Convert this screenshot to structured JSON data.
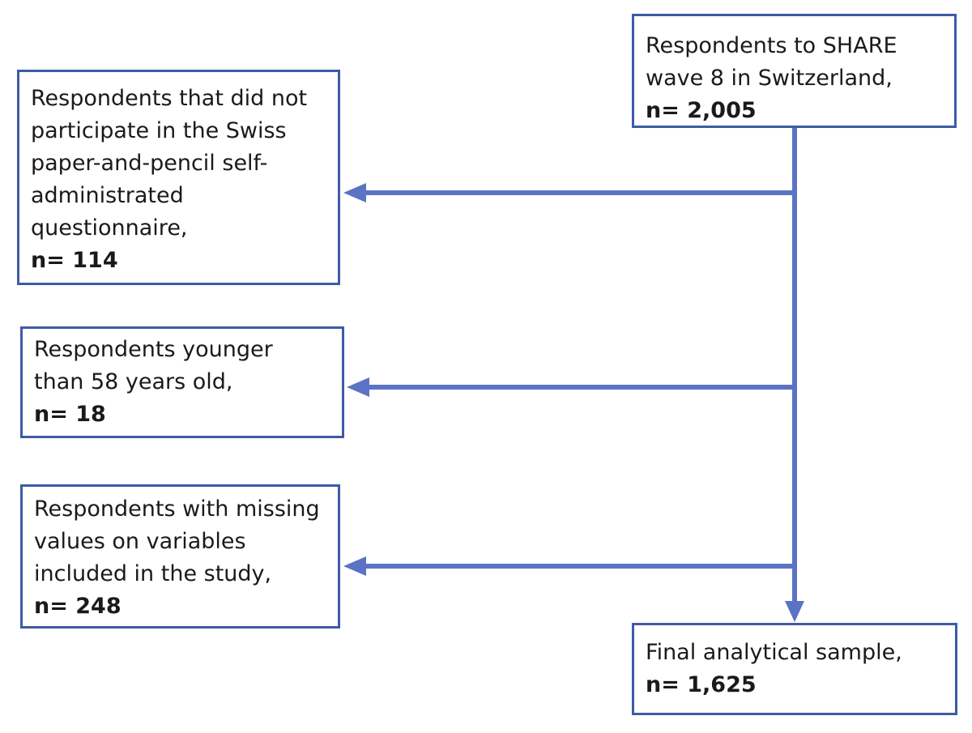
{
  "nodes": {
    "source": {
      "lines": [
        "Respondents to SHARE",
        "wave 8 in Switzerland,"
      ],
      "count": "n= 2,005"
    },
    "excl1": {
      "lines": [
        "Respondents that did not",
        "participate in the Swiss",
        "paper-and-pencil self-",
        "administrated",
        "questionnaire,"
      ],
      "count": "n= 114"
    },
    "excl2": {
      "lines": [
        "Respondents younger",
        "than 58 years old,"
      ],
      "count": "n= 18"
    },
    "excl3": {
      "lines": [
        "Respondents with missing",
        "values on variables",
        "included in the study,"
      ],
      "count": "n= 248"
    },
    "final": {
      "lines": [
        "Final analytical sample,"
      ],
      "count": "n= 1,625"
    }
  },
  "colors": {
    "border": "#3f5aa6",
    "arrow": "#5b73c4",
    "text": "#1a1a1a"
  }
}
